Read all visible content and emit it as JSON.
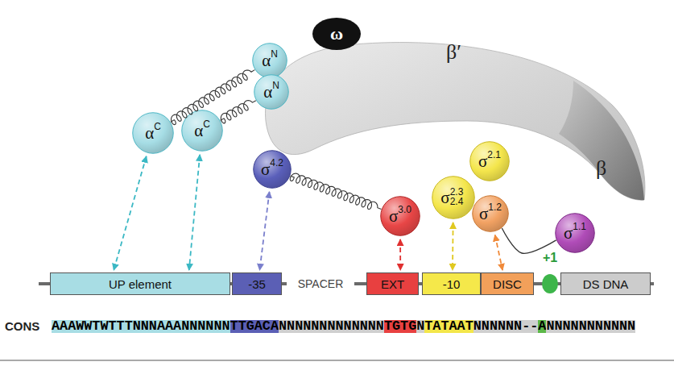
{
  "diagram": {
    "nodes": [
      {
        "text": [
          "ω"
        ]
      },
      {
        "text": [
          "β′",
          "β"
        ]
      },
      {
        "text": [
          "α",
          "N"
        ]
      },
      {
        "text": [
          "α",
          "N"
        ]
      },
      {
        "text": [
          "α",
          "C"
        ]
      },
      {
        "text": [
          "α",
          "C"
        ]
      },
      {
        "text": [
          "σ",
          "4.2"
        ]
      },
      {
        "text": [
          "σ",
          "2.1"
        ]
      },
      {
        "text": [
          "σ",
          "3.0"
        ]
      },
      {
        "text": [
          "σ",
          "2.3 2.4"
        ]
      },
      {
        "text": [
          "σ",
          "1.2"
        ]
      },
      {
        "text": [
          "σ",
          "1.1"
        ]
      },
      {
        "text": [
          "UP element"
        ]
      },
      {
        "text": [
          "-35"
        ]
      },
      {
        "text": [
          "EXT"
        ]
      },
      {
        "text": [
          "-10"
        ]
      },
      {
        "text": [
          "DISC"
        ]
      },
      {
        "text": [
          "+1"
        ]
      },
      {
        "text": [
          "DS DNA"
        ]
      }
    ],
    "edges": [
      {
        "from": 4,
        "to": 12,
        "arrow": "both"
      },
      {
        "from": 5,
        "to": 12,
        "arrow": "both"
      },
      {
        "from": 6,
        "to": 13,
        "arrow": "both"
      },
      {
        "from": 8,
        "to": 14,
        "arrow": "both"
      },
      {
        "from": 9,
        "to": 15,
        "arrow": "both"
      },
      {
        "from": 10,
        "to": 16,
        "arrow": "both"
      },
      {
        "from": 4,
        "to": 2,
        "arrow": "none"
      },
      {
        "from": 5,
        "to": 3,
        "arrow": "none"
      },
      {
        "from": 6,
        "to": 8,
        "arrow": "none"
      },
      {
        "from": 10,
        "to": 11,
        "arrow": "none"
      }
    ],
    "labels": [
      "SPACER",
      "CONS",
      "AAAWWTWTTTNNNAAANNNNNN",
      "TTGACA",
      "NNNNNNNNNNNNN",
      "TGTG",
      "N",
      "TATAAT",
      "NNNNNN--",
      "A",
      "NNNNNNNNNNN"
    ]
  }
}
